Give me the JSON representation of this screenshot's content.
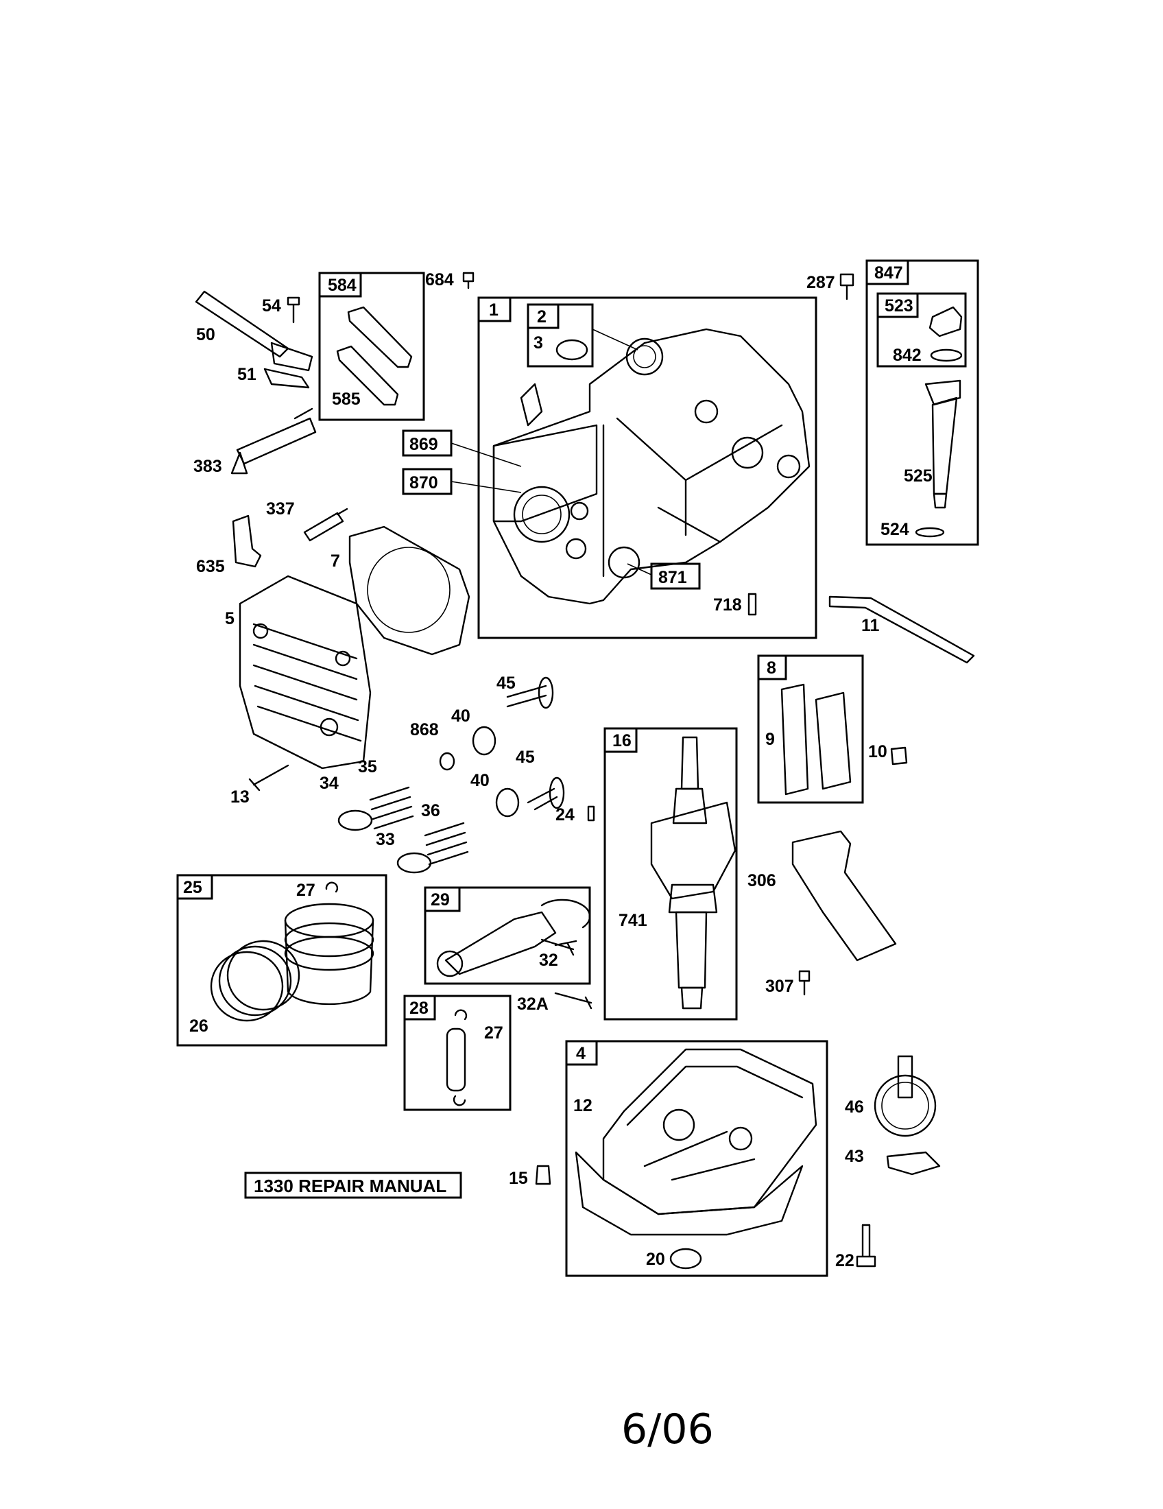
{
  "diagram": {
    "boxed_groups": [
      {
        "id": "b584",
        "number": "584"
      },
      {
        "id": "b1",
        "number": "1"
      },
      {
        "id": "b2",
        "number": "2"
      },
      {
        "id": "b847",
        "number": "847"
      },
      {
        "id": "b523",
        "number": "523"
      },
      {
        "id": "b8",
        "number": "8"
      },
      {
        "id": "b16",
        "number": "16"
      },
      {
        "id": "b25",
        "number": "25"
      },
      {
        "id": "b29",
        "number": "29"
      },
      {
        "id": "b28",
        "number": "28"
      },
      {
        "id": "b4",
        "number": "4"
      }
    ],
    "boxed_callouts": [
      "869",
      "870",
      "871"
    ],
    "part_labels": [
      "684",
      "54",
      "50",
      "51",
      "585",
      "3",
      "287",
      "842",
      "383",
      "337",
      "635",
      "7",
      "525",
      "524",
      "5",
      "718",
      "11",
      "45",
      "40",
      "868",
      "35",
      "34",
      "13",
      "45",
      "40",
      "36",
      "33",
      "24",
      "9",
      "10",
      "27",
      "741",
      "306",
      "26",
      "32",
      "32A",
      "27",
      "307",
      "12",
      "46",
      "43",
      "15",
      "20",
      "22"
    ],
    "manual_label": "1330 REPAIR MANUAL",
    "date": "6/06"
  }
}
